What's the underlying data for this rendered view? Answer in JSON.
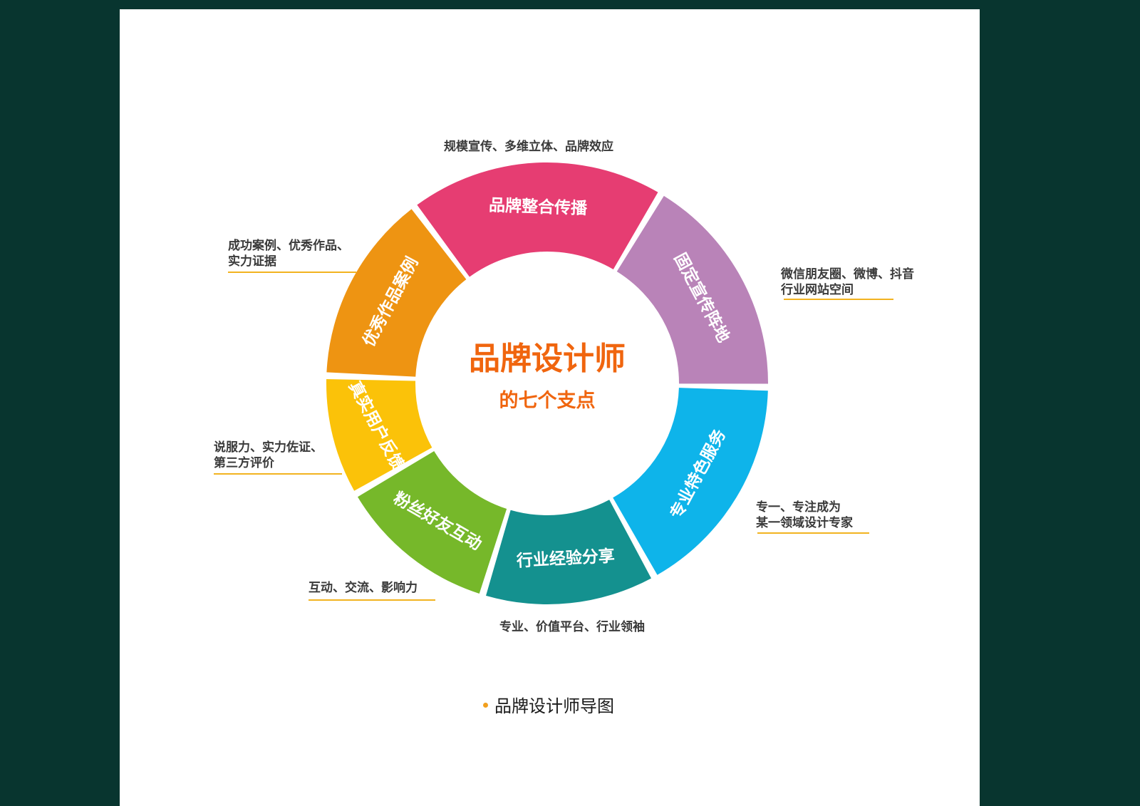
{
  "center": {
    "title": "品牌设计师",
    "subtitle": "的七个支点"
  },
  "segments": [
    {
      "label": "品牌整合传播",
      "color": "#e63d72",
      "note": [
        "规模宣传、多维立体、品牌效应"
      ]
    },
    {
      "label": "固定宣传阵地",
      "color": "#b983b8",
      "note": [
        "微信朋友圈、微博、抖音",
        "行业网站空间"
      ]
    },
    {
      "label": "专业特色服务",
      "color": "#0eb4ea",
      "note": [
        "专一、专注成为",
        "某一领域设计专家"
      ]
    },
    {
      "label": "行业经验分享",
      "color": "#14918f",
      "note": [
        "专业、价值平台、行业领袖"
      ]
    },
    {
      "label": "粉丝好友互动",
      "color": "#76b82a",
      "note": [
        "互动、交流、影响力"
      ]
    },
    {
      "label": "真实用户反馈",
      "color": "#fbc209",
      "note": [
        "说服力、实力佐证、",
        "第三方评价"
      ]
    },
    {
      "label": "优秀作品案例",
      "color": "#ee9412",
      "note": [
        "成功案例、优秀作品、",
        "实力证据"
      ]
    }
  ],
  "caption": "品牌设计师导图",
  "colors": {
    "background": "#08352f",
    "accent": "#f0650e",
    "underline": "#f2b320"
  }
}
